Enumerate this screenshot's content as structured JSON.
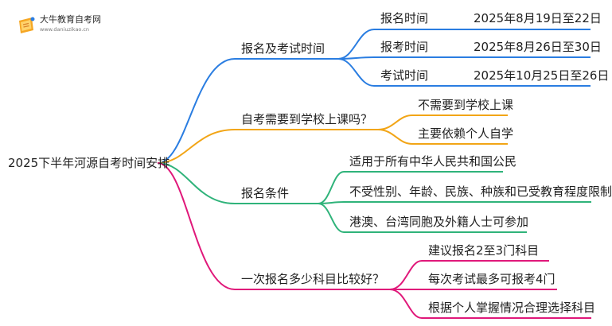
{
  "logo": {
    "site_name": "大牛教育自考网",
    "site_url": "www.daniuzikao.cn"
  },
  "root": {
    "label": "2025下半年河源自考时间安排"
  },
  "branches": [
    {
      "label": "报名及考试时间",
      "color": "#2a7de1",
      "rows": [
        {
          "left": "报名时间",
          "right": "2025年8月19日至22日"
        },
        {
          "left": "报考时间",
          "right": "2025年8月26日至30日"
        },
        {
          "left": "考试时间",
          "right": "2025年10月25日至26日"
        }
      ]
    },
    {
      "label": "自考需要到学校上课吗？",
      "color": "#f2a516",
      "items": [
        "不需要到学校上课",
        "主要依赖个人自学"
      ]
    },
    {
      "label": "报名条件",
      "color": "#2fb37a",
      "items": [
        "适用于所有中华人民共和国公民",
        "不受性别、年龄、民族、种族和已受教育程度限制",
        "港澳、台湾同胞及外籍人士可参加"
      ]
    },
    {
      "label": "一次报名多少科目比较好？",
      "color": "#e0187a",
      "items": [
        "建议报名2至3门科目",
        "每次考试最多可报考4门",
        "根据个人掌握情况合理选择科目"
      ]
    }
  ]
}
